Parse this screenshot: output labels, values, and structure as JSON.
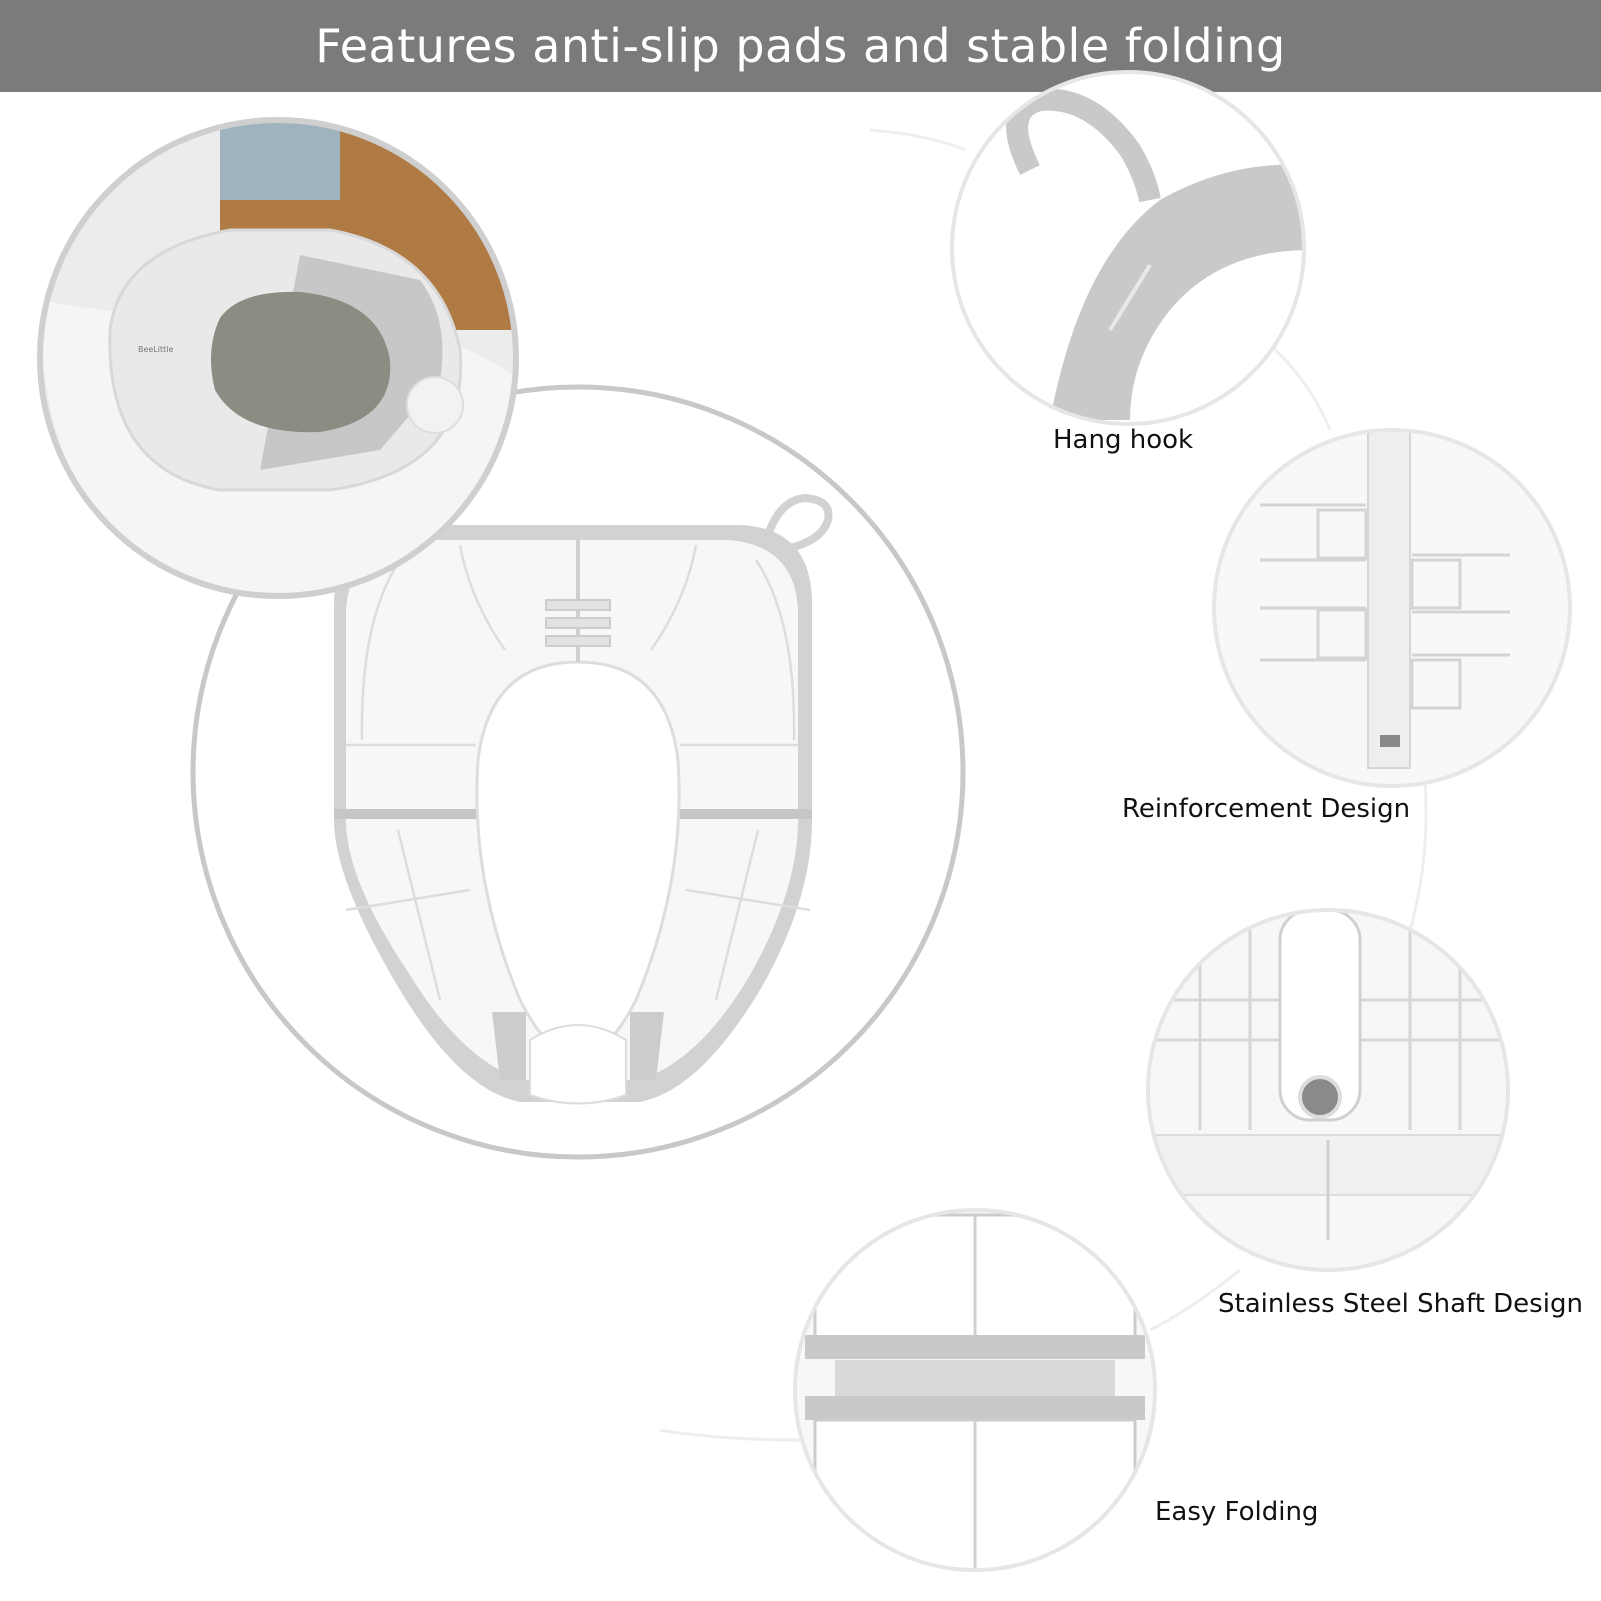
{
  "banner": {
    "title": "Features anti-slip pads and stable folding"
  },
  "colors": {
    "banner_bg": "#7b7b7b",
    "product_white": "#f7f7f7",
    "product_grey": "#cfcfcf",
    "frame_grey": "#c8c8c8"
  },
  "features": [
    {
      "label": "Hang hook"
    },
    {
      "label": "Reinforcement Design"
    },
    {
      "label": "Stainless Steel Shaft Design"
    },
    {
      "label": "Easy Folding"
    }
  ],
  "photo": {
    "brand_mark": "BeeLittle"
  }
}
